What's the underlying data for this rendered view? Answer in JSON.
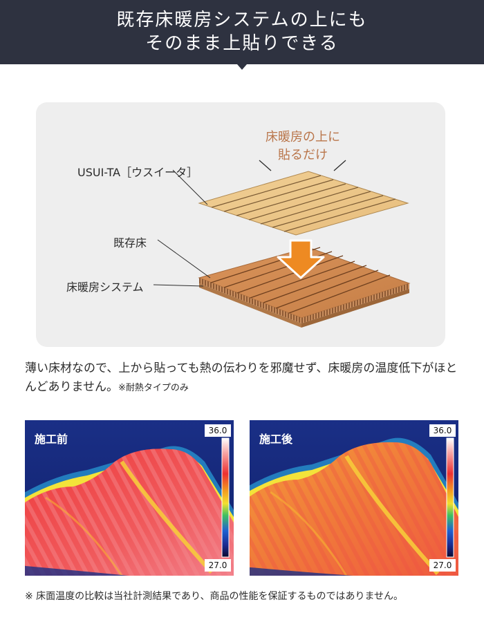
{
  "header": {
    "line1": "既存床暖房システムの上にも",
    "line2": "そのまま上貼りできる"
  },
  "diagram": {
    "callout_line1": "床暖房の上に",
    "callout_line2": "貼るだけ",
    "label_product": "USUI-TA［ウスイータ］",
    "label_existing_floor": "既存床",
    "label_heating_system": "床暖房システム"
  },
  "description": {
    "main": "薄い床材なので、上から貼っても熱の伝わりを邪魔せず、床暖房の温度低下がほとんどありません。",
    "note": "※耐熱タイプのみ"
  },
  "thermal": {
    "before": {
      "label": "施工前",
      "scale_max": "36.0",
      "scale_min": "27.0"
    },
    "after": {
      "label": "施工後",
      "scale_max": "36.0",
      "scale_min": "27.0"
    }
  },
  "footnote": "※ 床面温度の比較は当社計測結果であり、商品の性能を保証するものではありません。",
  "colors": {
    "banner": "#2e3240",
    "callout": "#b9754a",
    "diagram_bg": "#eeeeee"
  }
}
